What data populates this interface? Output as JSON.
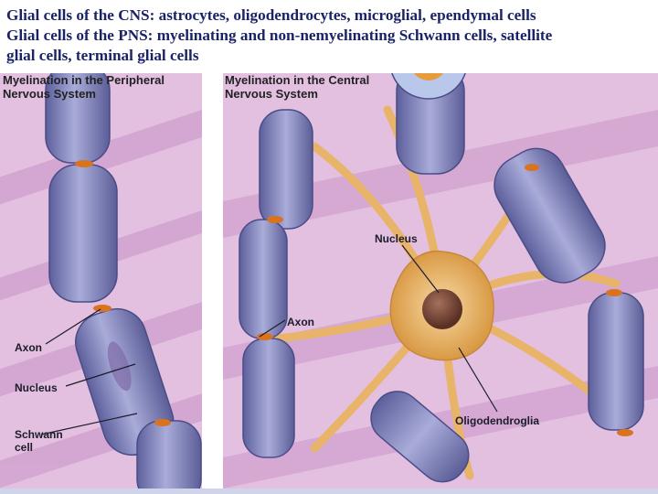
{
  "slide": {
    "title_lines": [
      "Glial cells of the CNS: astrocytes, oligodendrocytes, microglial, ependymal cells",
      "Glial cells of the PNS: myelinating and non-nemyelinating Schwann cells, satellite",
      "glial cells, terminal glial cells"
    ]
  },
  "left_panel": {
    "heading_lines": [
      "Myelination in the Peripheral",
      "Nervous System"
    ],
    "labels": {
      "axon": "Axon",
      "nucleus": "Nucleus",
      "schwann_line1": "Schwann",
      "schwann_line2": "cell"
    }
  },
  "right_panel": {
    "heading_lines": [
      "Myelination in the Central",
      "Nervous System"
    ],
    "labels": {
      "nucleus": "Nucleus",
      "axon": "Axon",
      "oligodendroglia": "Oligodendroglia"
    }
  },
  "colors": {
    "title_text": "#1a2366",
    "background_pink": "#e0b4dd",
    "myelin_blue": "#8f92c8",
    "myelin_dark": "#5d5f9c",
    "oligodendrocyte_orange": "#e8b46a",
    "nucleus_brown": "#7a4a38",
    "node_orange": "#d9731e"
  }
}
